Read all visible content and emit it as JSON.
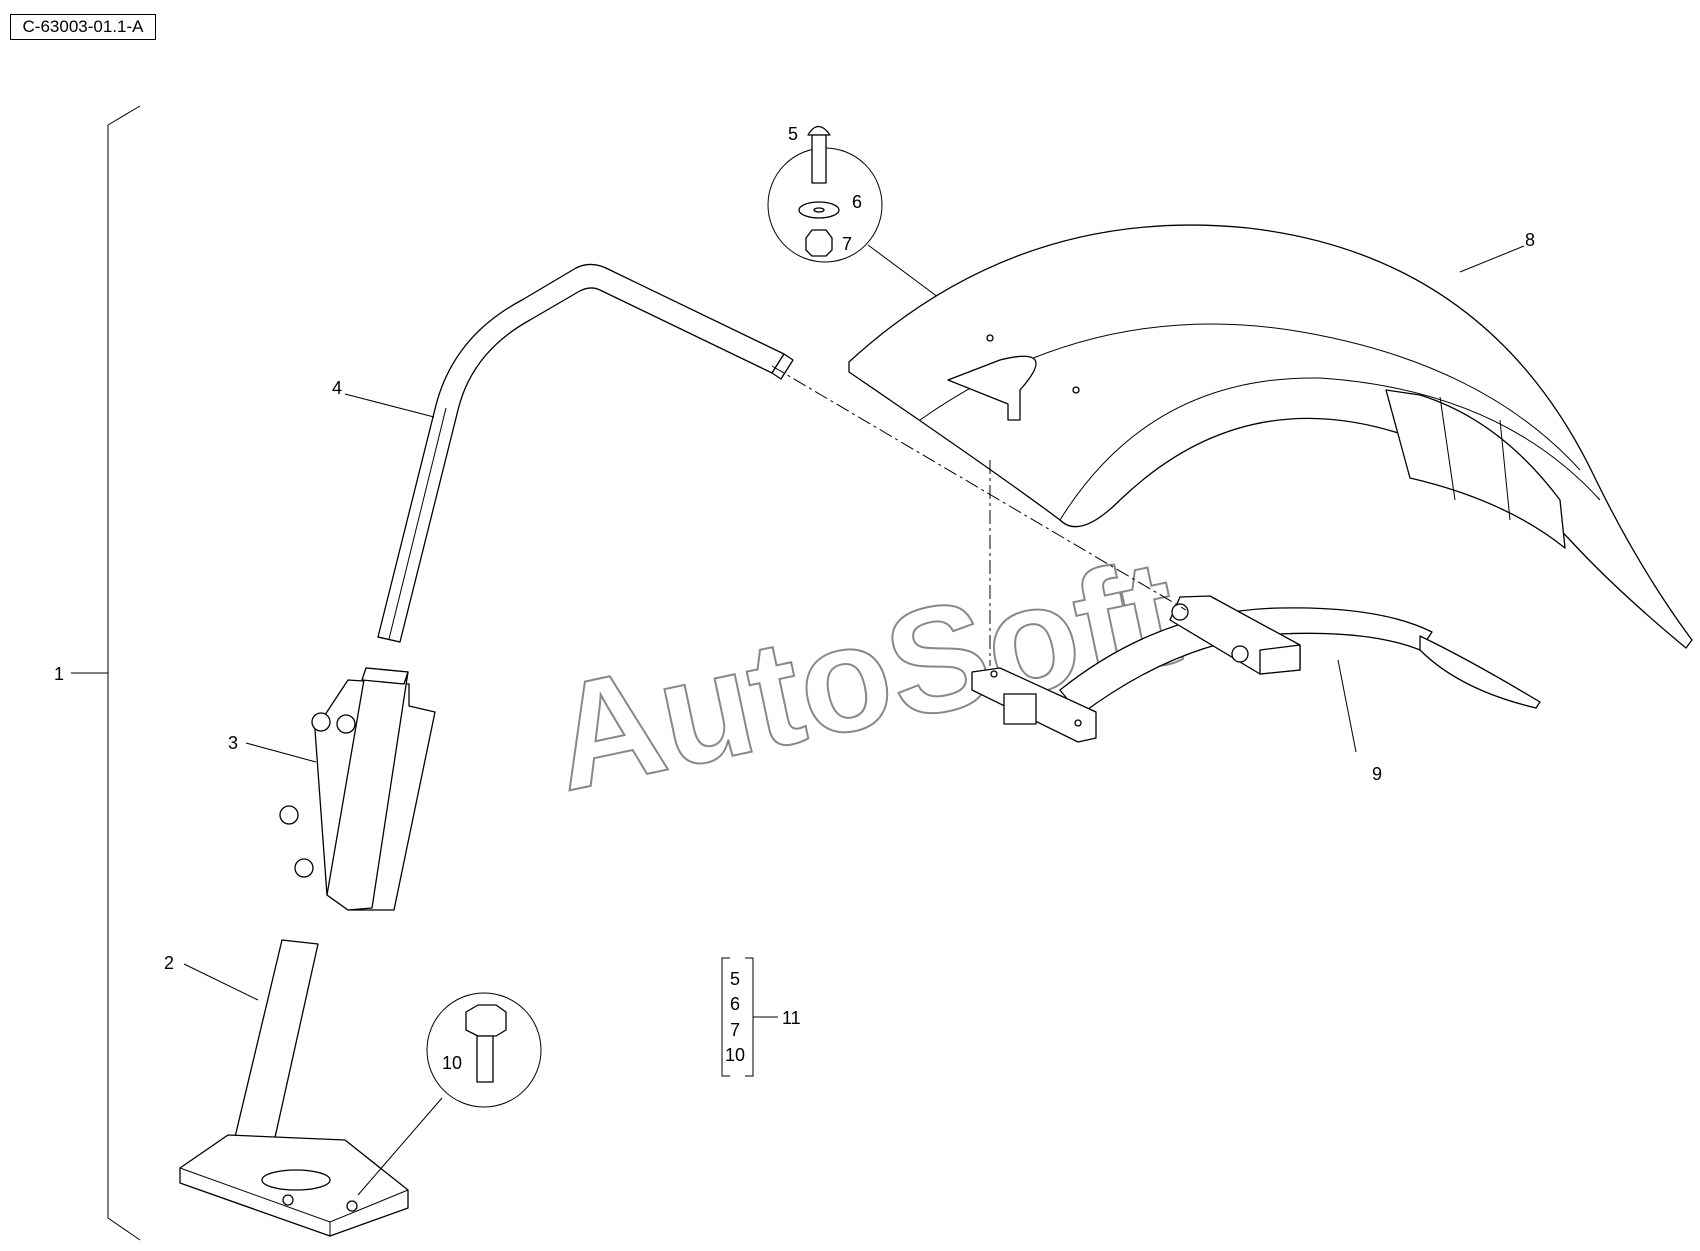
{
  "reference": "C-63003-01.1-A",
  "watermark": "AutoSoft",
  "callouts": {
    "c1": "1",
    "c2": "2",
    "c3": "3",
    "c4": "4",
    "c5": "5",
    "c6": "6",
    "c7": "7",
    "c8": "8",
    "c9": "9",
    "c10": "10",
    "c11": "11"
  },
  "kit_group": {
    "items": [
      "5",
      "6",
      "7",
      "10"
    ],
    "label": "11"
  }
}
